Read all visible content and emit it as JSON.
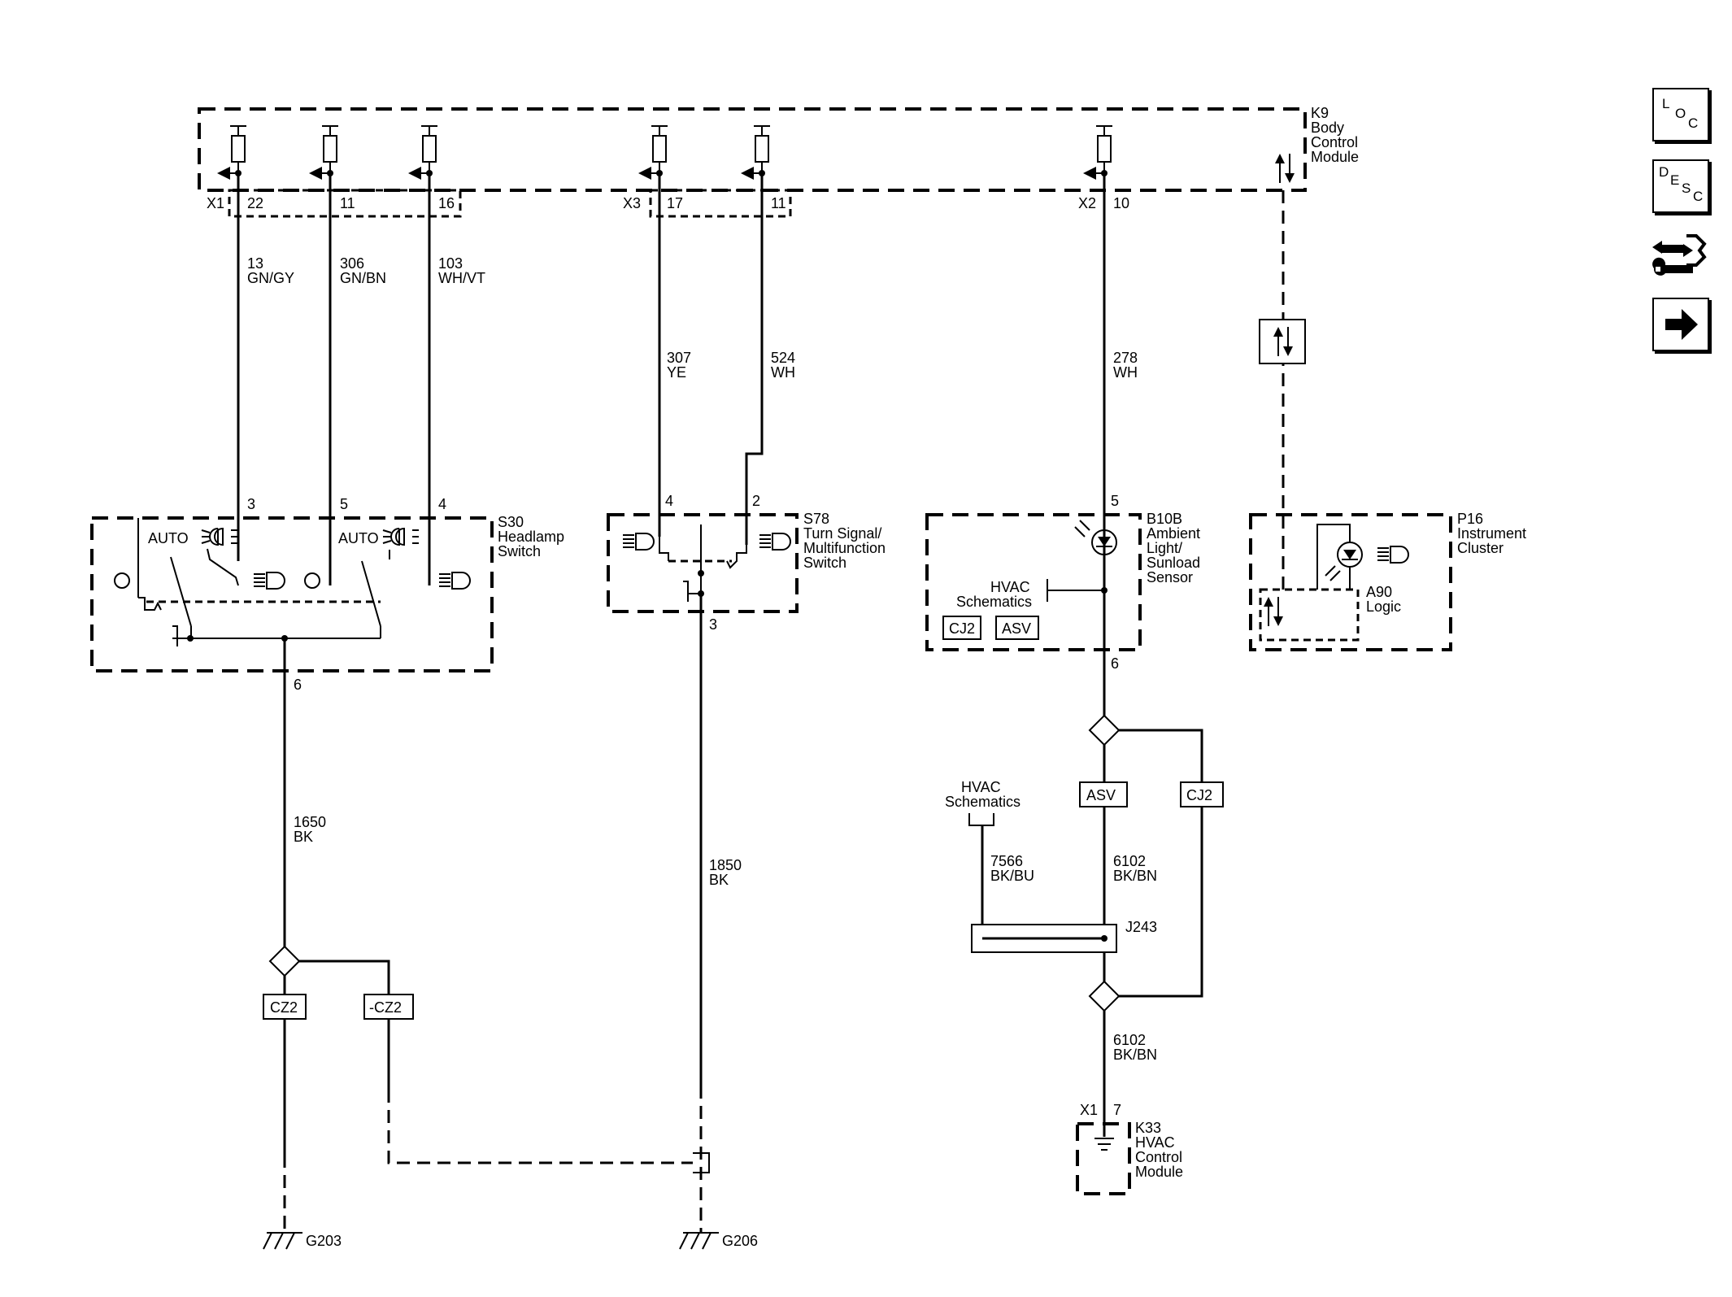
{
  "modules": {
    "k9": [
      "K9",
      "Body",
      "Control",
      "Module"
    ],
    "s30": [
      "S30",
      "Headlamp",
      "Switch"
    ],
    "s78": [
      "S78",
      "Turn Signal/",
      "Multifunction",
      "Switch"
    ],
    "b10b": [
      "B10B",
      "Ambient",
      "Light/",
      "Sunload",
      "Sensor"
    ],
    "p16": [
      "P16",
      "Instrument",
      "Cluster"
    ],
    "a90": [
      "A90",
      "Logic"
    ],
    "k33": [
      "K33",
      "HVAC",
      "Control",
      "Module"
    ]
  },
  "connectors": {
    "x1": "X1",
    "x3": "X3",
    "x2": "X2",
    "x1_k33": "X1"
  },
  "pins": {
    "k9_x1_22": "22",
    "k9_x1_11": "11",
    "k9_x1_16": "16",
    "k9_x3_17": "17",
    "k9_x3_11": "11",
    "k9_x2_10": "10",
    "s30_3": "3",
    "s30_5": "5",
    "s30_4": "4",
    "s30_6": "6",
    "s78_4": "4",
    "s78_2": "2",
    "s78_3": "3",
    "b10b_5": "5",
    "b10b_6": "6",
    "k33_7": "7"
  },
  "wires": [
    {
      "circuit": "13",
      "color": "GN/GY"
    },
    {
      "circuit": "306",
      "color": "GN/BN"
    },
    {
      "circuit": "103",
      "color": "WH/VT"
    },
    {
      "circuit": "307",
      "color": "YE"
    },
    {
      "circuit": "524",
      "color": "WH"
    },
    {
      "circuit": "278",
      "color": "WH"
    },
    {
      "circuit": "1650",
      "color": "BK"
    },
    {
      "circuit": "1850",
      "color": "BK"
    },
    {
      "circuit": "7566",
      "color": "BK/BU"
    },
    {
      "circuit": "6102",
      "color": "BK/BN"
    },
    {
      "circuit": "6102",
      "color": "BK/BN"
    }
  ],
  "switch_labels": {
    "auto1": "AUTO",
    "auto2": "AUTO"
  },
  "options": {
    "cz2": "CZ2",
    "not_cz2": "-CZ2",
    "asv": "ASV",
    "cj2": "CJ2"
  },
  "hvac_ref": [
    "HVAC",
    "Schematics"
  ],
  "splice": "J243",
  "grounds": {
    "g203": "G203",
    "g206": "G206"
  },
  "nav": {
    "loc": [
      "L",
      "O",
      "C"
    ],
    "desc": [
      "D",
      "E",
      "S",
      "C"
    ],
    "tools_icon": "connector-tools-icon",
    "next_icon": "next-arrow-icon"
  }
}
